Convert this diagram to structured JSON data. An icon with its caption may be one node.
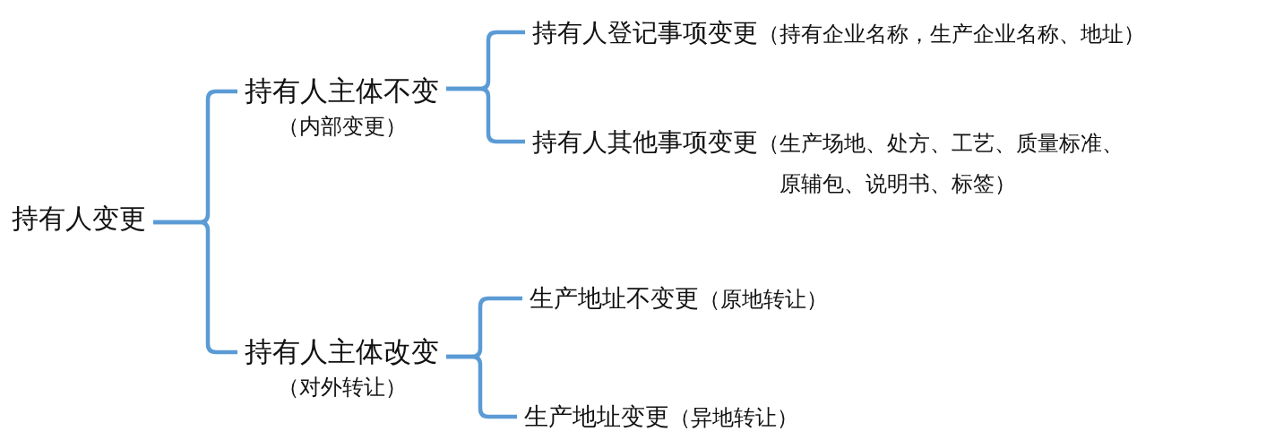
{
  "diagram": {
    "nodes": [
      {
        "text": [
          "持有人变更"
        ]
      },
      {
        "text": [
          "持有人主体不变",
          "（内部变更）"
        ]
      },
      {
        "text": [
          "持有人主体改变",
          "（对外转让）"
        ]
      },
      {
        "text": [
          "持有人登记事项变更",
          "（持有企业名称，生产企业名称、地址）"
        ]
      },
      {
        "text": [
          "持有人其他事项变更",
          "（生产场地、处方、工艺、质量标准、原辅包、说明书、标签）"
        ]
      },
      {
        "text": [
          "生产地址不变更",
          "（原地转让）"
        ]
      },
      {
        "text": [
          "生产地址变更",
          "（异地转让）"
        ]
      }
    ],
    "edges": [
      {
        "from": 0,
        "to": 1,
        "arrow": "none"
      },
      {
        "from": 0,
        "to": 2,
        "arrow": "none"
      },
      {
        "from": 1,
        "to": 3,
        "arrow": "none"
      },
      {
        "from": 1,
        "to": 4,
        "arrow": "none"
      },
      {
        "from": 2,
        "to": 5,
        "arrow": "none"
      },
      {
        "from": 2,
        "to": 6,
        "arrow": "none"
      }
    ]
  }
}
